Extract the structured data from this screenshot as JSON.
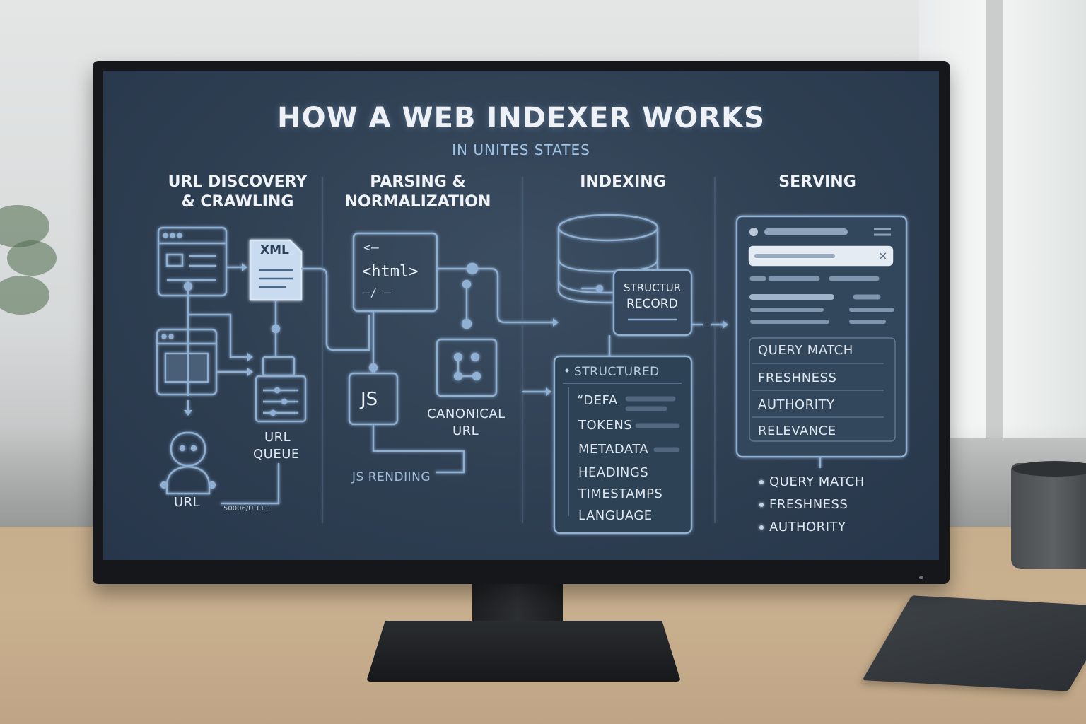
{
  "title": "HOW A WEB INDEXER WORKS",
  "subtitle": "IN UNITES STATES",
  "columns": {
    "crawl": "URL DISCOVERY\n& CRAWLING",
    "parse": "PARSING &\nNORMALIZATION",
    "index": "INDEXING",
    "serve": "SERVING"
  },
  "crawl": {
    "xml_label": "XML",
    "queue_label_1": "URL",
    "queue_label_2": "QUEUE",
    "bot_label": "URL",
    "small_caption": "50006/U T11"
  },
  "parse": {
    "html_line_1": "<—",
    "html_line_2": "<html>",
    "html_line_3": "—/ —",
    "js_label": "JS",
    "canonical_1": "CANONICAL",
    "canonical_2": "URL",
    "js_rendering": "JS RENDIING"
  },
  "index": {
    "record_1": "STRUCTUR",
    "record_2": "RECORD",
    "structured_header": "STRUCTURED",
    "fields": [
      "“DEFA",
      "TOKENS",
      "METADATA",
      "HEADINGS",
      "TIMESTAMPS",
      "LANGUAGE"
    ]
  },
  "serve": {
    "close_glyph": "×",
    "ranking_factors": [
      "QUERY MATCH",
      "FRESHNESS",
      "AUTHORITY",
      "RELEVANCE"
    ],
    "bullets": [
      "QUERY MATCH",
      "FRESHNESS",
      "AUTHORITY"
    ]
  }
}
